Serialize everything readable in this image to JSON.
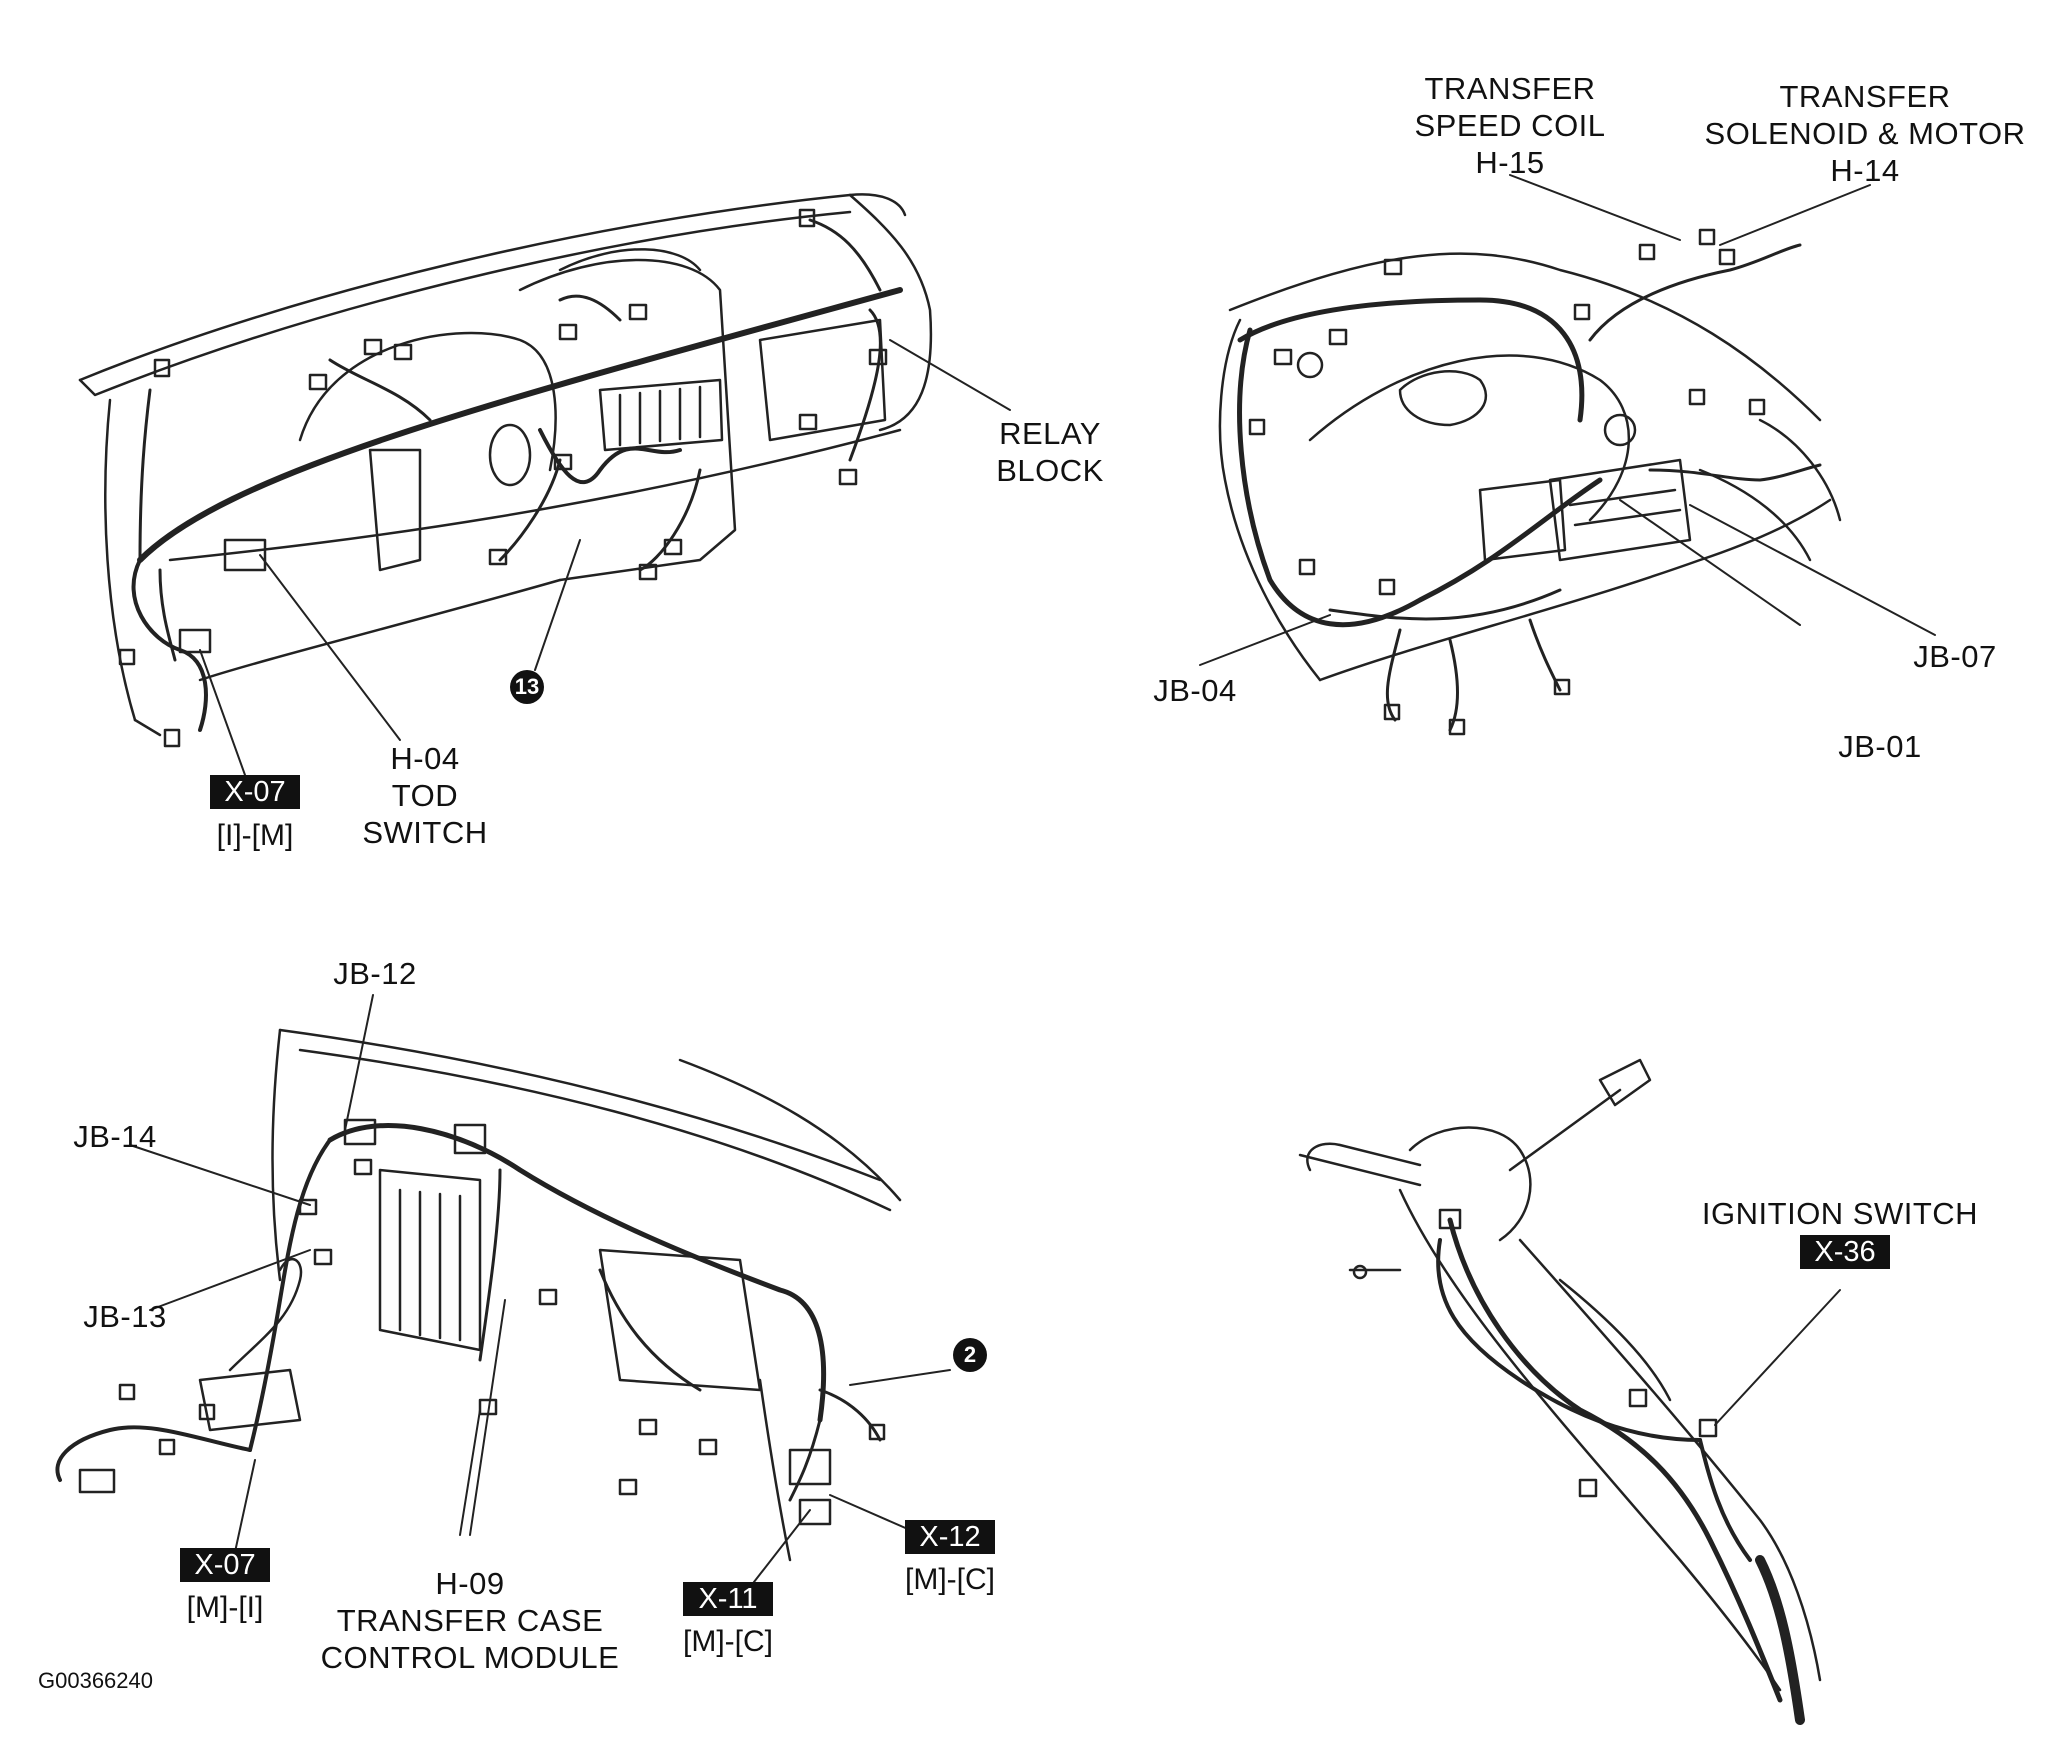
{
  "panels": {
    "dash_left": {
      "relay_block": [
        "RELAY",
        "BLOCK"
      ],
      "tod_switch": [
        "H-04",
        "TOD",
        "SWITCH"
      ],
      "x07_tag": "X-07",
      "x07_sub": "[I]-[M]",
      "callout": "13"
    },
    "engine_bay": {
      "transfer_speed_coil": [
        "TRANSFER",
        "SPEED COIL",
        "H-15"
      ],
      "transfer_solenoid_motor": [
        "TRANSFER",
        "SOLENOID & MOTOR",
        "H-14"
      ],
      "jb04": "JB-04",
      "jb07": "JB-07",
      "jb01": "JB-01"
    },
    "console": {
      "jb12": "JB-12",
      "jb14": "JB-14",
      "jb13": "JB-13",
      "callout": "2",
      "x07_tag": "X-07",
      "x07_sub": "[M]-[I]",
      "h09": [
        "H-09",
        "TRANSFER CASE",
        "CONTROL MODULE"
      ],
      "x11_tag": "X-11",
      "x11_sub": "[M]-[C]",
      "x12_tag": "X-12",
      "x12_sub": "[M]-[C]"
    },
    "steering": {
      "ignition_switch": "IGNITION SWITCH",
      "x36_tag": "X-36"
    }
  },
  "figure_code": "G00366240"
}
